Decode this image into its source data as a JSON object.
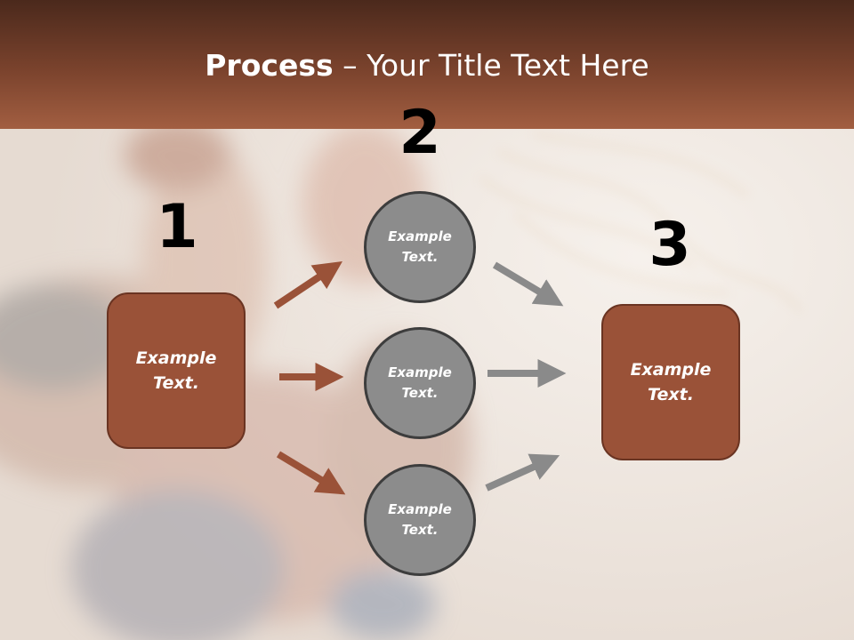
{
  "title": {
    "bold": "Process",
    "rest": " – Your Title Text Here"
  },
  "steps": [
    {
      "number": "1",
      "label": "Example Text."
    },
    {
      "number": "2",
      "label": "Example Text."
    },
    {
      "number": "3",
      "label": "Example Text."
    }
  ],
  "middle_circles": [
    {
      "label": "Example Text."
    },
    {
      "label": "Example Text."
    },
    {
      "label": "Example Text."
    }
  ],
  "colors": {
    "header": "#7b432d",
    "box_fill": "#9a5238",
    "circle_fill": "#8c8c8c",
    "arrow_brown": "#9a5238",
    "arrow_gray": "#8a8a8a"
  }
}
